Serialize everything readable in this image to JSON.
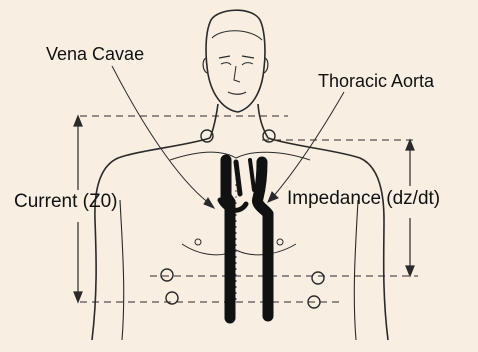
{
  "labels": {
    "vena_cavae": "Vena Cavae",
    "thoracic_aorta": "Thoracic Aorta",
    "current": "Current (Z0)",
    "impedance": "Impedance (dz/dt)"
  },
  "colors": {
    "background": "#f8eee2",
    "outline": "#2a2a2a",
    "vessel": "#111111",
    "label_box": "#ffffff"
  }
}
